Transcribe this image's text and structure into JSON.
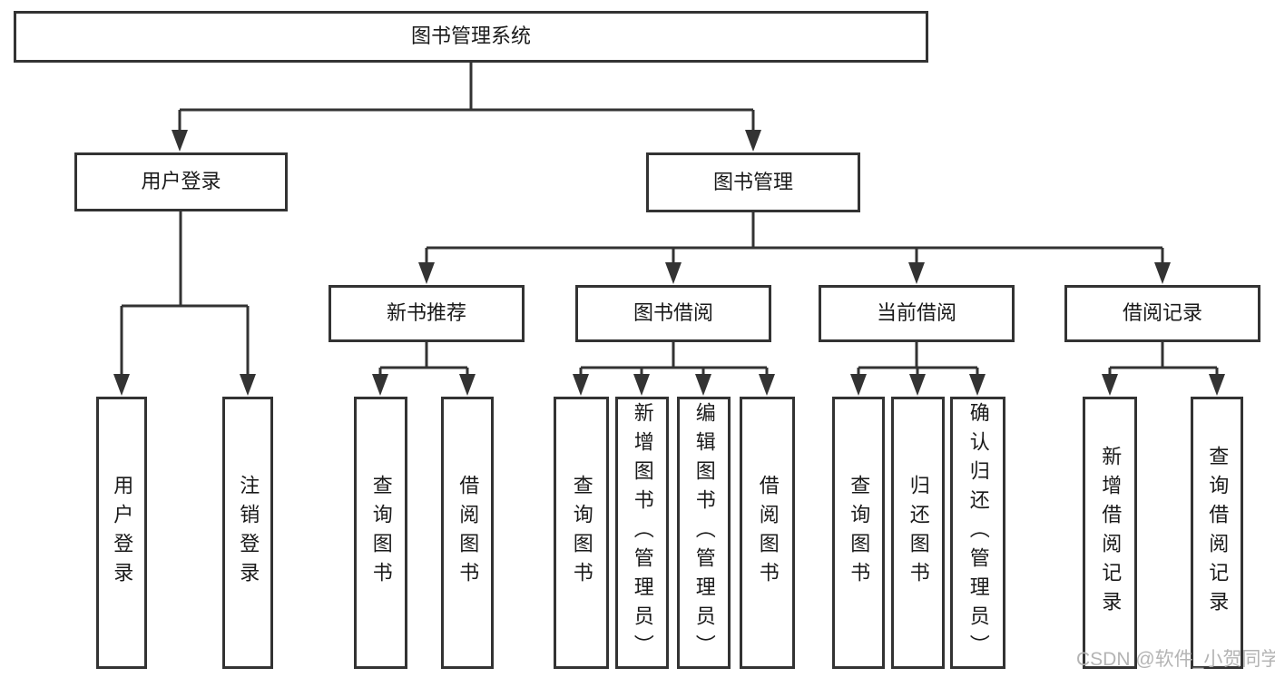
{
  "diagram": {
    "type": "tree",
    "title": "图书管理系统",
    "nodes": {
      "root": {
        "label": "图书管理系统"
      },
      "user_login": {
        "label": "用户登录"
      },
      "book_mgmt": {
        "label": "图书管理"
      },
      "new_book_rec": {
        "label": "新书推荐"
      },
      "book_borrow": {
        "label": "图书借阅"
      },
      "current_borrow": {
        "label": "当前借阅"
      },
      "borrow_record": {
        "label": "借阅记录"
      },
      "ul_login": {
        "label": "用户登录"
      },
      "ul_logout": {
        "label": "注销登录"
      },
      "nbr_query": {
        "label": "查询图书"
      },
      "nbr_borrow": {
        "label": "借阅图书"
      },
      "bb_query": {
        "label": "查询图书"
      },
      "bb_add": {
        "label": "新增图书（管理员）"
      },
      "bb_edit": {
        "label": "编辑图书（管理员）"
      },
      "bb_borrow": {
        "label": "借阅图书"
      },
      "cb_query": {
        "label": "查询图书"
      },
      "cb_return": {
        "label": "归还图书"
      },
      "cb_confirm": {
        "label": "确认归还（管理员）"
      },
      "br_add": {
        "label": "新增借阅记录"
      },
      "br_query": {
        "label": "查询借阅记录"
      }
    },
    "hierarchy": [
      {
        "parent": "图书管理系统",
        "children": [
          "用户登录",
          "图书管理"
        ]
      },
      {
        "parent": "用户登录",
        "children": [
          "用户登录",
          "注销登录"
        ]
      },
      {
        "parent": "图书管理",
        "children": [
          "新书推荐",
          "图书借阅",
          "当前借阅",
          "借阅记录"
        ]
      },
      {
        "parent": "新书推荐",
        "children": [
          "查询图书",
          "借阅图书"
        ]
      },
      {
        "parent": "图书借阅",
        "children": [
          "查询图书",
          "新增图书（管理员）",
          "编辑图书（管理员）",
          "借阅图书"
        ]
      },
      {
        "parent": "当前借阅",
        "children": [
          "查询图书",
          "归还图书",
          "确认归还（管理员）"
        ]
      },
      {
        "parent": "借阅记录",
        "children": [
          "新增借阅记录",
          "查询借阅记录"
        ]
      }
    ]
  },
  "watermark": {
    "text": "CSDN @软件_小贺同学",
    "color": "#b4b4b4"
  },
  "colors": {
    "line": "#333333",
    "box_border": "#333333",
    "text": "#1a1a1a",
    "background": "#ffffff"
  }
}
